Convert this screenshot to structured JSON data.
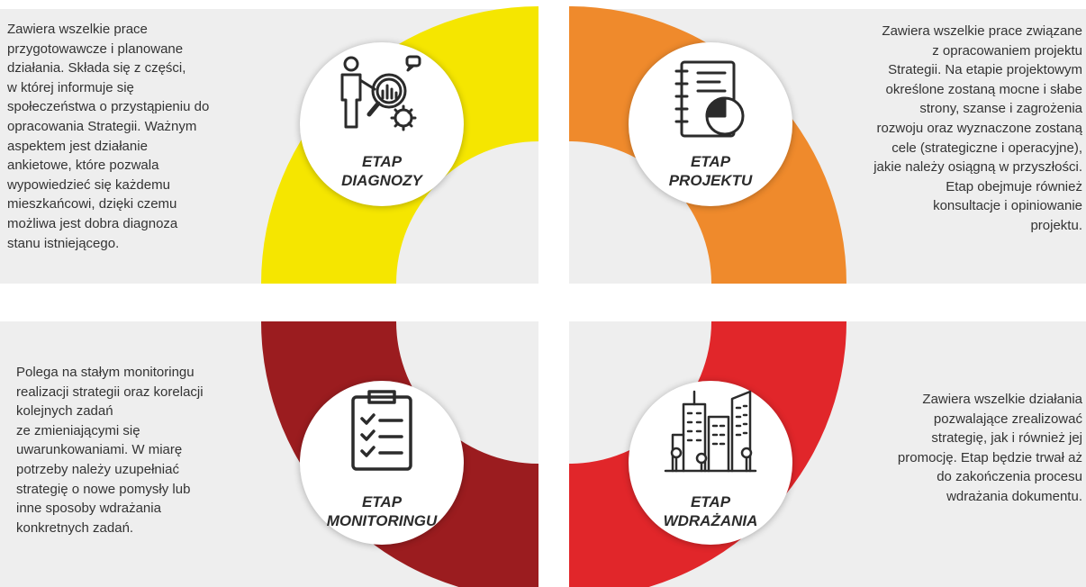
{
  "colors": {
    "diagnozy": "#f5e600",
    "projektu": "#ef8a2c",
    "wdrazania": "#e1262a",
    "monitoringu": "#9b1c1f",
    "panel": "#eeeeee"
  },
  "stages": {
    "diagnozy": {
      "etap": "ETAP",
      "name": "DIAGNOZY",
      "icon": "presentation-analysis-icon",
      "description": "Zawiera wszelkie prace\nprzygotowawcze i planowane\ndziałania. Składa się z części,\nw której informuje się\nspołeczeństwa o przystąpieniu do\nopracowania Strategii. Ważnym\naspektem jest działanie\nankietowe, które pozwala\nwypowiedzieć się każdemu\nmieszkańcowi, dzięki czemu\nmożliwa jest dobra diagnoza\nstanu istniejącego."
    },
    "projektu": {
      "etap": "ETAP",
      "name": "PROJEKTU",
      "icon": "notebook-chart-icon",
      "description": "Zawiera wszelkie prace związane\nz opracowaniem projektu\nStrategii. Na etapie projektowym\nokreślone zostaną mocne i słabe\nstrony, szanse i zagrożenia\nrozwoju oraz wyznaczone zostaną\ncele (strategiczne i operacyjne),\njakie należy osiągną w przyszłości.\nEtap obejmuje również\nkonsultacje i opiniowanie\nprojektu."
    },
    "monitoringu": {
      "etap": "ETAP",
      "name": "MONITORINGU",
      "icon": "clipboard-checklist-icon",
      "description": "Polega na stałym monitoringu\nrealizacji strategii oraz korelacji\nkolejnych zadań\nze zmieniającymi się\nuwarunkowaniami. W miarę\npotrzeby należy uzupełniać\nstrategię o nowe pomysły lub\ninne sposoby wdrażania\nkonkretnych zadań."
    },
    "wdrazania": {
      "etap": "ETAP",
      "name": "WDRAŻANIA",
      "icon": "city-buildings-icon",
      "description": "Zawiera wszelkie działania\npozwalające zrealizować\nstrategię, jak i również jej\npromocję. Etap będzie trwał aż\ndo zakończenia procesu\nwdrażania dokumentu."
    }
  }
}
